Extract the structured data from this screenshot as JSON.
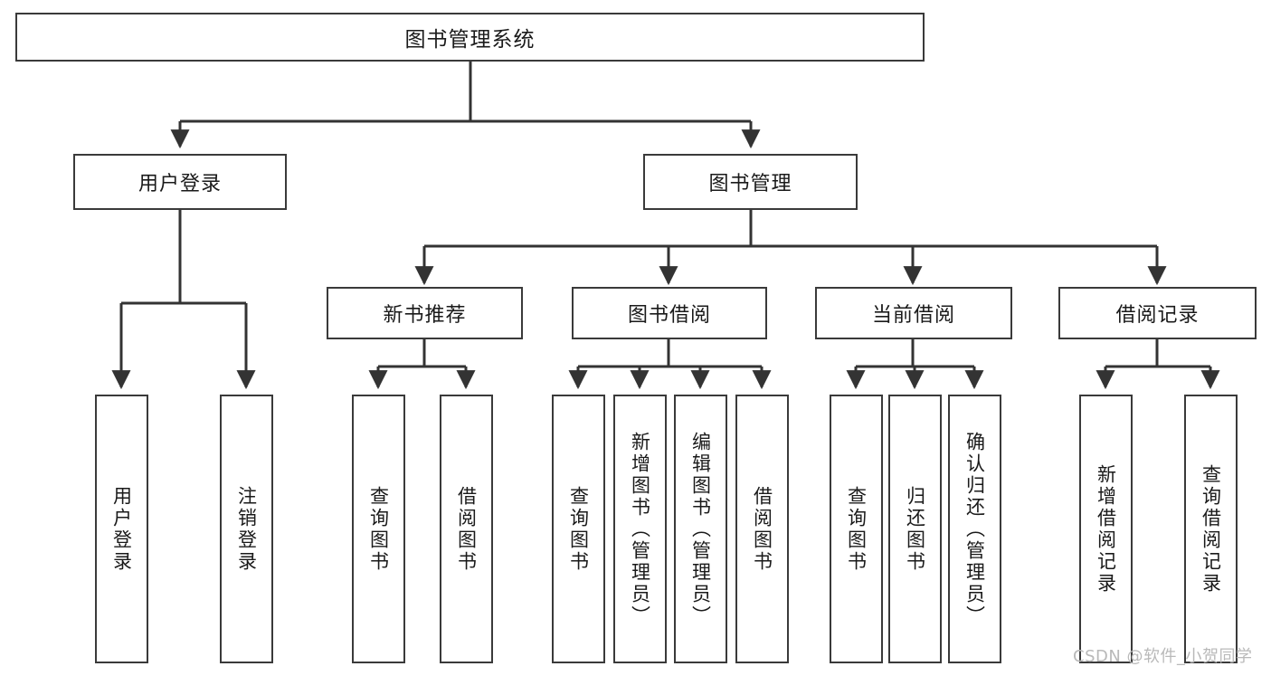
{
  "diagram": {
    "title": "图书管理系统",
    "type": "tree-hierarchy-chart",
    "colors": {
      "box_border": "#3a3a3a",
      "box_fill": "#ffffff",
      "edge": "#333333",
      "text": "#1a1a1a",
      "watermark": "#b9b9b9"
    },
    "root": {
      "label": "图书管理系统"
    },
    "level2": [
      {
        "label": "用户登录"
      },
      {
        "label": "图书管理"
      }
    ],
    "level3": [
      {
        "label": "新书推荐"
      },
      {
        "label": "图书借阅"
      },
      {
        "label": "当前借阅"
      },
      {
        "label": "借阅记录"
      }
    ],
    "leaves": {
      "user_login": [
        {
          "label": "用户登录"
        },
        {
          "label": "注销登录"
        }
      ],
      "new_book_recommend": [
        {
          "label": "查询图书"
        },
        {
          "label": "借阅图书"
        }
      ],
      "book_borrow": [
        {
          "label": "查询图书"
        },
        {
          "label": "新增图书（管理员）"
        },
        {
          "label": "编辑图书（管理员）"
        },
        {
          "label": "借阅图书"
        }
      ],
      "current_borrow": [
        {
          "label": "查询图书"
        },
        {
          "label": "归还图书"
        },
        {
          "label": "确认归还（管理员）"
        }
      ],
      "borrow_record": [
        {
          "label": "新增借阅记录"
        },
        {
          "label": "查询借阅记录"
        }
      ]
    }
  },
  "watermark": {
    "text": "CSDN @软件_小贺同学"
  }
}
